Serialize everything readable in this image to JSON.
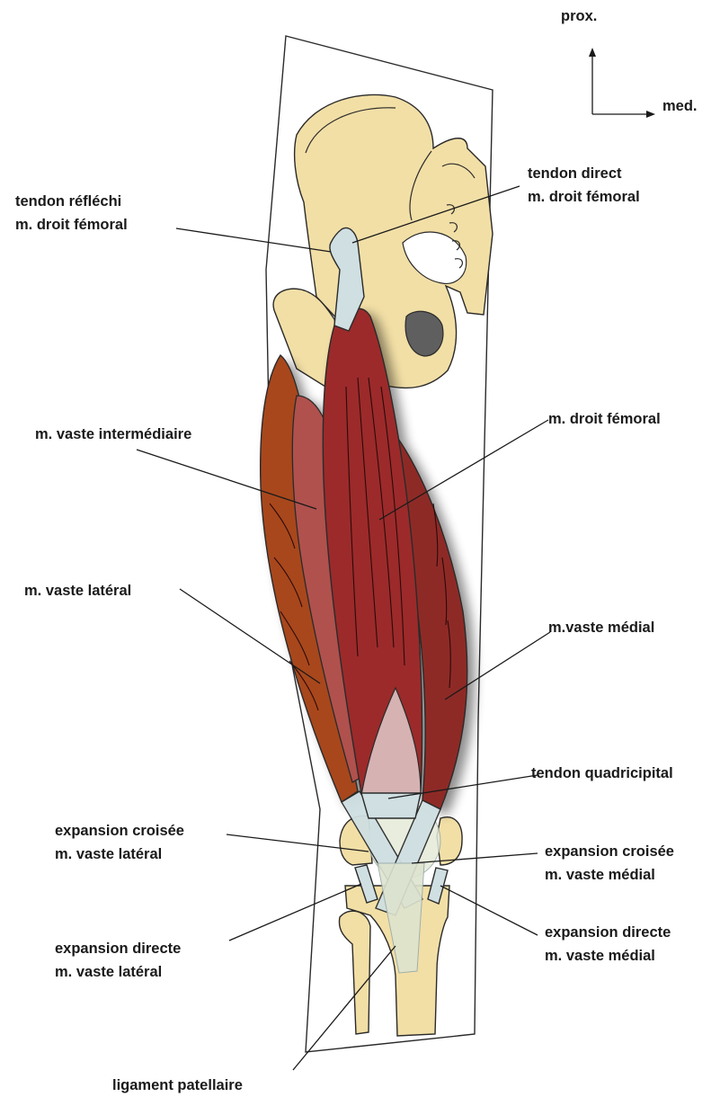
{
  "orientation": {
    "proximal": "prox.",
    "medial": "med."
  },
  "labels": {
    "tendon_reflechi": [
      "tendon réfléchi",
      "m. droit fémoral"
    ],
    "tendon_direct": [
      "tendon direct",
      "m. droit fémoral"
    ],
    "vaste_intermediaire": [
      "m. vaste intermédiaire"
    ],
    "droit_femoral": [
      "m. droit fémoral"
    ],
    "vaste_lateral": [
      "m. vaste latéral"
    ],
    "vaste_medial": [
      "m.vaste médial"
    ],
    "tendon_quadricipital": [
      "tendon quadricipital"
    ],
    "expansion_croisee_lateral": [
      "expansion croisée",
      "m. vaste latéral"
    ],
    "expansion_croisee_medial": [
      "expansion croisée",
      "m. vaste médial"
    ],
    "expansion_directe_lateral": [
      "expansion directe",
      "m. vaste latéral"
    ],
    "expansion_directe_medial": [
      "expansion directe",
      "m. vaste médial"
    ],
    "ligament_patellaire": [
      "ligament patellaire"
    ]
  },
  "colors": {
    "bone": "#f2dfa6",
    "rectus_femoris": "#9c2a2c",
    "vastus_lateralis": "#a8461f",
    "vastus_medialis": "#8e2a26",
    "vastus_intermedius": "#b0514e",
    "tendon": "#cfdfe2",
    "obturator_foramen": "#5f5f5f"
  }
}
